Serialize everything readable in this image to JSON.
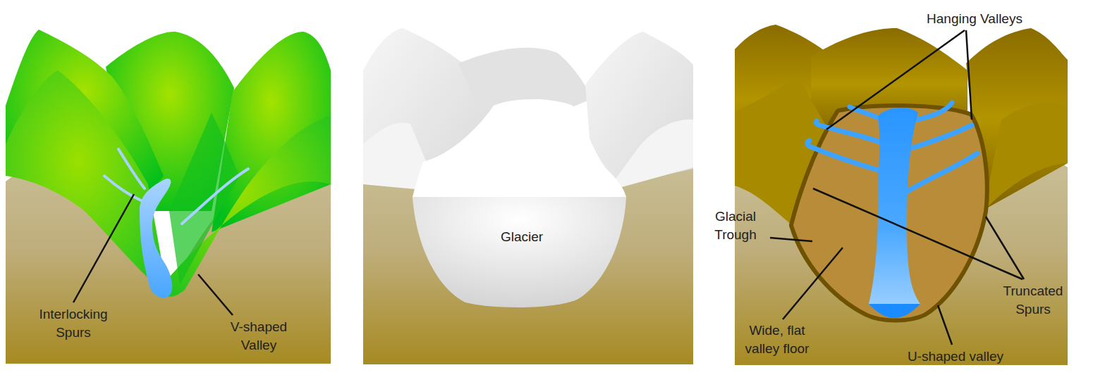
{
  "diagram": {
    "labels": [
      "Interlocking Spurs",
      "V-shaped Valley",
      "Glacier",
      "Hanging Valleys",
      "Glacial Trough",
      "Wide, flat valley floor",
      "Truncated Spurs",
      "U-shaped valley"
    ]
  }
}
